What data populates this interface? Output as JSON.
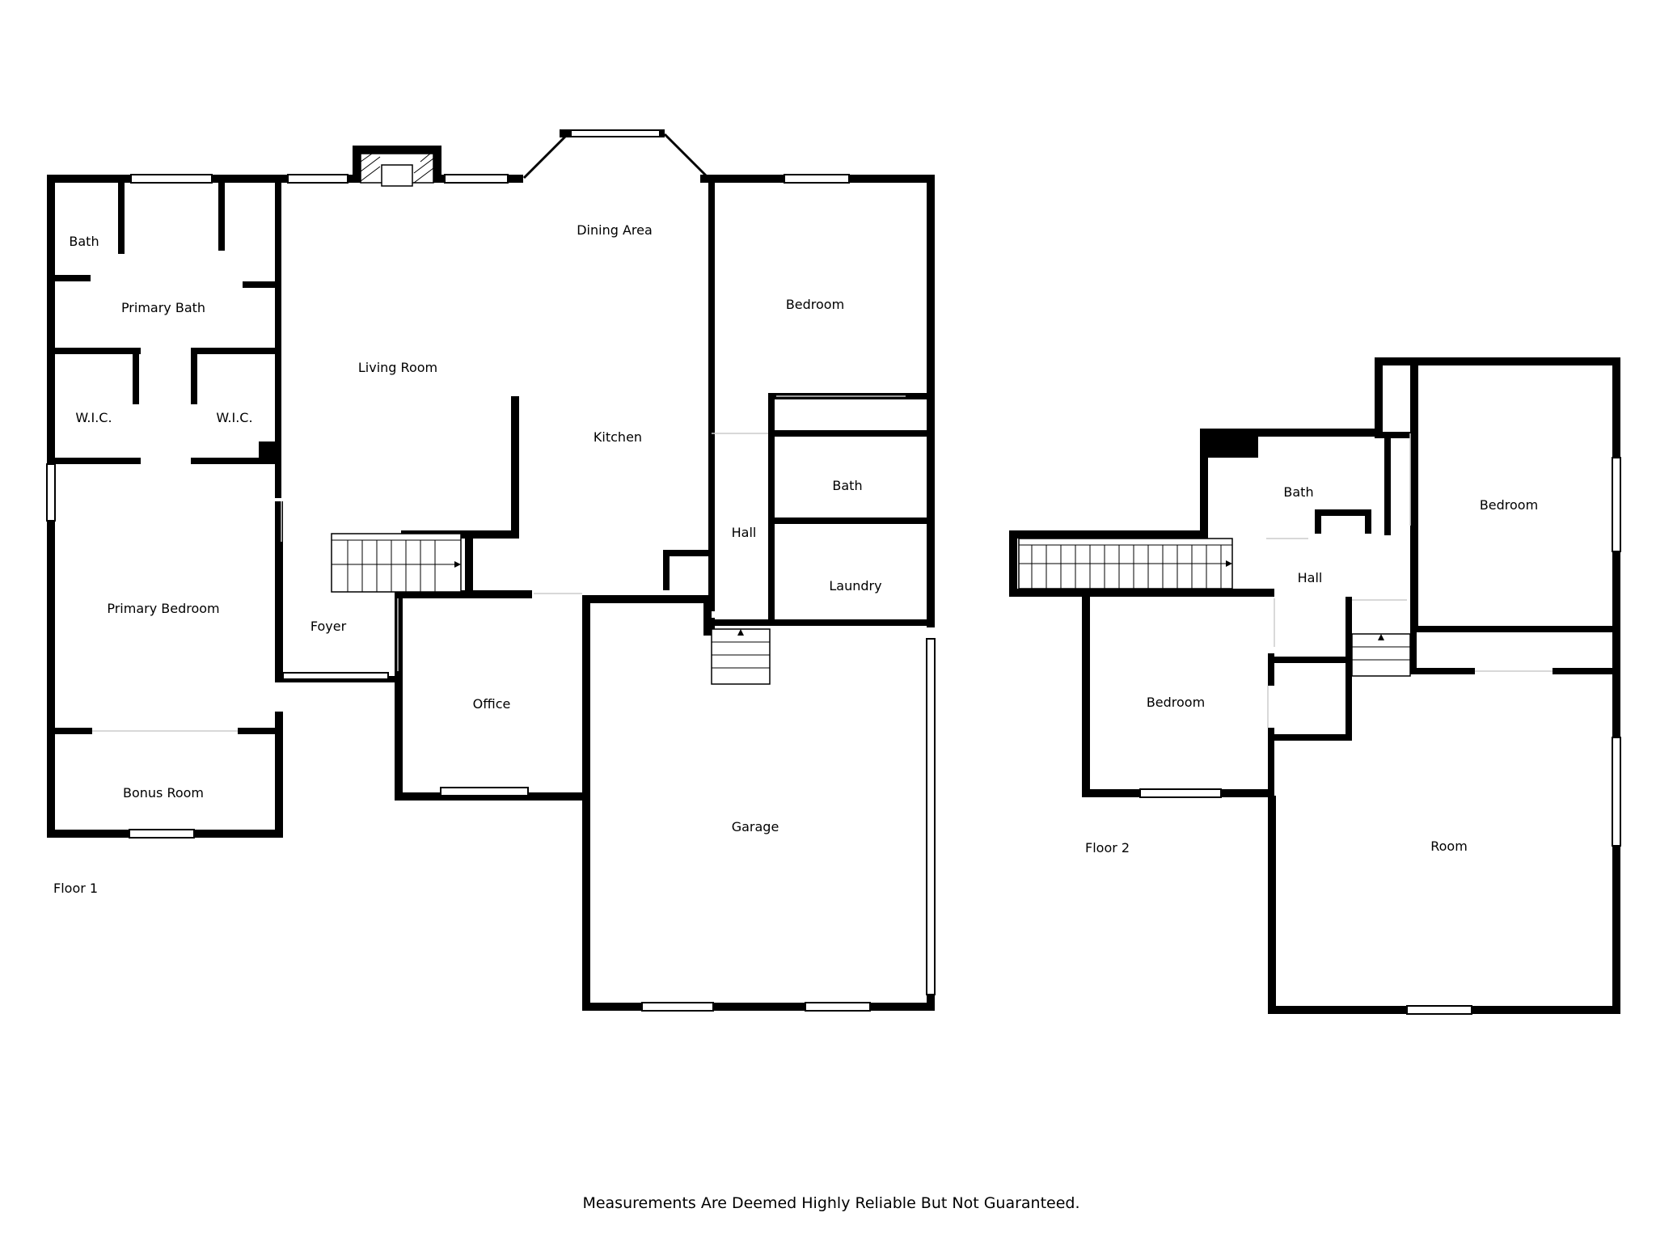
{
  "floors": [
    {
      "label": "Floor 1",
      "rooms": [
        "Bath",
        "Primary Bath",
        "W.I.C.",
        "W.I.C.",
        "Primary Bedroom",
        "Bonus Room",
        "Living Room",
        "Dining Area",
        "Kitchen",
        "Foyer",
        "Office",
        "Bedroom",
        "Bath",
        "Laundry",
        "Hall",
        "Garage"
      ]
    },
    {
      "label": "Floor 2",
      "rooms": [
        "Bath",
        "Hall",
        "Bedroom",
        "Bedroom",
        "Room"
      ]
    }
  ],
  "disclaimer": "Measurements Are Deemed Highly Reliable But Not Guaranteed."
}
